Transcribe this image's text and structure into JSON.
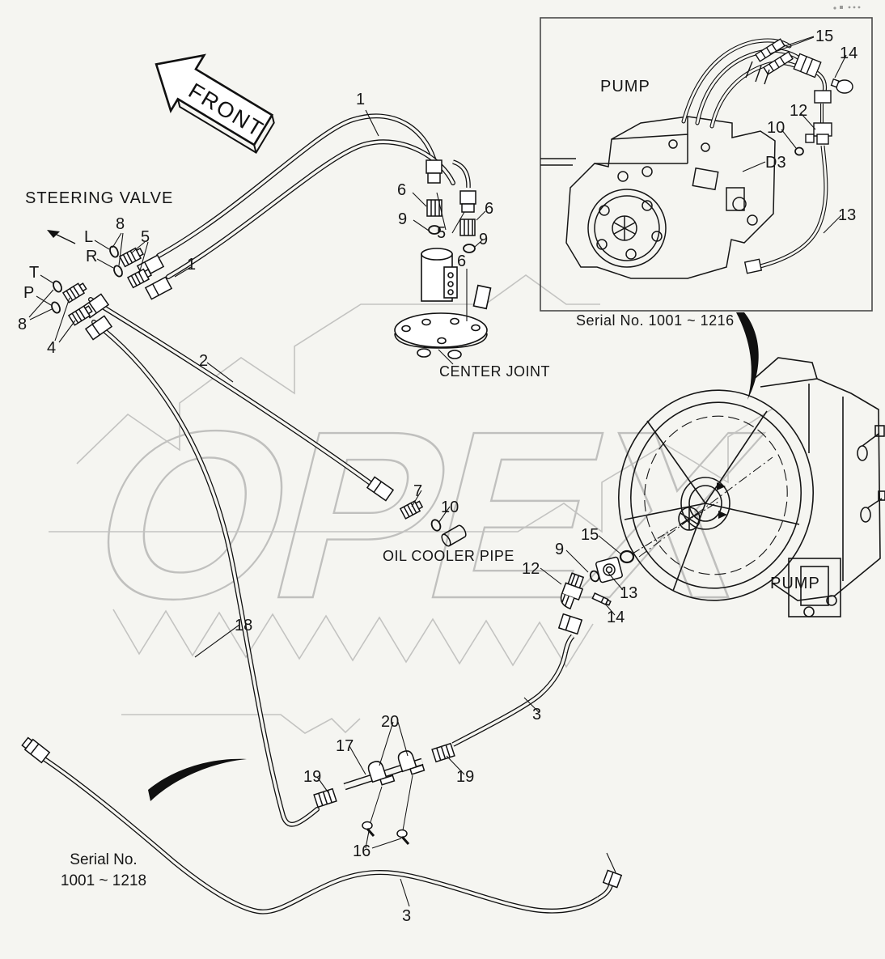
{
  "watermark": {
    "text": "OPEX"
  },
  "front_arrow": {
    "label": "FRONT"
  },
  "section_labels": {
    "steering_valve": "STEERING VALVE",
    "center_joint": "CENTER JOINT",
    "oil_cooler_pipe": "OIL COOLER PIPE",
    "pump_main": "PUMP"
  },
  "serial_note_main": {
    "line1": "Serial No.",
    "line2": "1001 ~ 1218"
  },
  "inset": {
    "pump_label": "PUMP",
    "serial_caption": "Serial No. 1001 ~ 1216"
  },
  "callouts": [
    {
      "id": "hose-1-top",
      "text": "1"
    },
    {
      "id": "oring-8-top",
      "text": "8"
    },
    {
      "id": "port-L",
      "text": "L"
    },
    {
      "id": "adapter-5",
      "text": "5"
    },
    {
      "id": "port-R",
      "text": "R"
    },
    {
      "id": "port-T",
      "text": "T"
    },
    {
      "id": "port-P",
      "text": "P"
    },
    {
      "id": "oring-8-bottom",
      "text": "8"
    },
    {
      "id": "adapter-4",
      "text": "4"
    },
    {
      "id": "hose-1-left",
      "text": "1"
    },
    {
      "id": "hose-2",
      "text": "2"
    },
    {
      "id": "adapter-6-left",
      "text": "6"
    },
    {
      "id": "oring-9-left",
      "text": "9"
    },
    {
      "id": "nut-5-center",
      "text": "5"
    },
    {
      "id": "adapter-6-right",
      "text": "6"
    },
    {
      "id": "oring-9-right",
      "text": "9"
    },
    {
      "id": "fitting-6-joint",
      "text": "6"
    },
    {
      "id": "adapter-7",
      "text": "7"
    },
    {
      "id": "oring-10-main",
      "text": "10"
    },
    {
      "id": "oring-15-main",
      "text": "15"
    },
    {
      "id": "oring-9-elbow",
      "text": "9"
    },
    {
      "id": "elbow-12-main",
      "text": "12"
    },
    {
      "id": "block-13-main",
      "text": "13"
    },
    {
      "id": "pin-14-main",
      "text": "14"
    },
    {
      "id": "hose-18",
      "text": "18"
    },
    {
      "id": "hose-3-upper",
      "text": "3"
    },
    {
      "id": "clamp-20",
      "text": "20"
    },
    {
      "id": "pipe-17",
      "text": "17"
    },
    {
      "id": "fitting-19-left",
      "text": "19"
    },
    {
      "id": "fitting-19-right",
      "text": "19"
    },
    {
      "id": "bolt-16",
      "text": "16"
    },
    {
      "id": "hose-3-bottom",
      "text": "3"
    },
    {
      "id": "inset-clamp-15",
      "text": "15"
    },
    {
      "id": "inset-plug-14",
      "text": "14"
    },
    {
      "id": "inset-elbow-12",
      "text": "12"
    },
    {
      "id": "inset-oring-10",
      "text": "10"
    },
    {
      "id": "inset-port-D3",
      "text": "D3"
    },
    {
      "id": "inset-hose-13",
      "text": "13"
    }
  ]
}
